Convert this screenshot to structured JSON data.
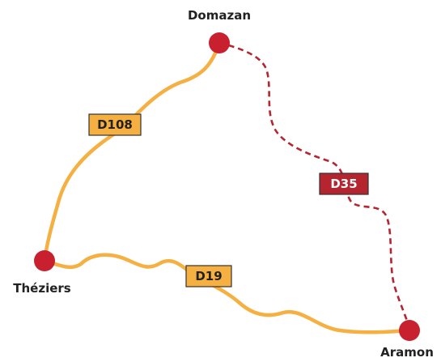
{
  "colors": {
    "primary_road": "#f5b041",
    "secondary_road": "#b5252f",
    "town_marker": "#c8202e",
    "label_text_dark": "#222222",
    "label_text_light": "#ffffff",
    "label_border": "#333333"
  },
  "towns": {
    "domazan": {
      "name": "Domazan"
    },
    "theziers": {
      "name": "Théziers"
    },
    "aramon": {
      "name": "Aramon"
    }
  },
  "roads": {
    "d108": {
      "label": "D108",
      "style": "solid"
    },
    "d19": {
      "label": "D19",
      "style": "solid"
    },
    "d35": {
      "label": "D35",
      "style": "dashed"
    }
  }
}
